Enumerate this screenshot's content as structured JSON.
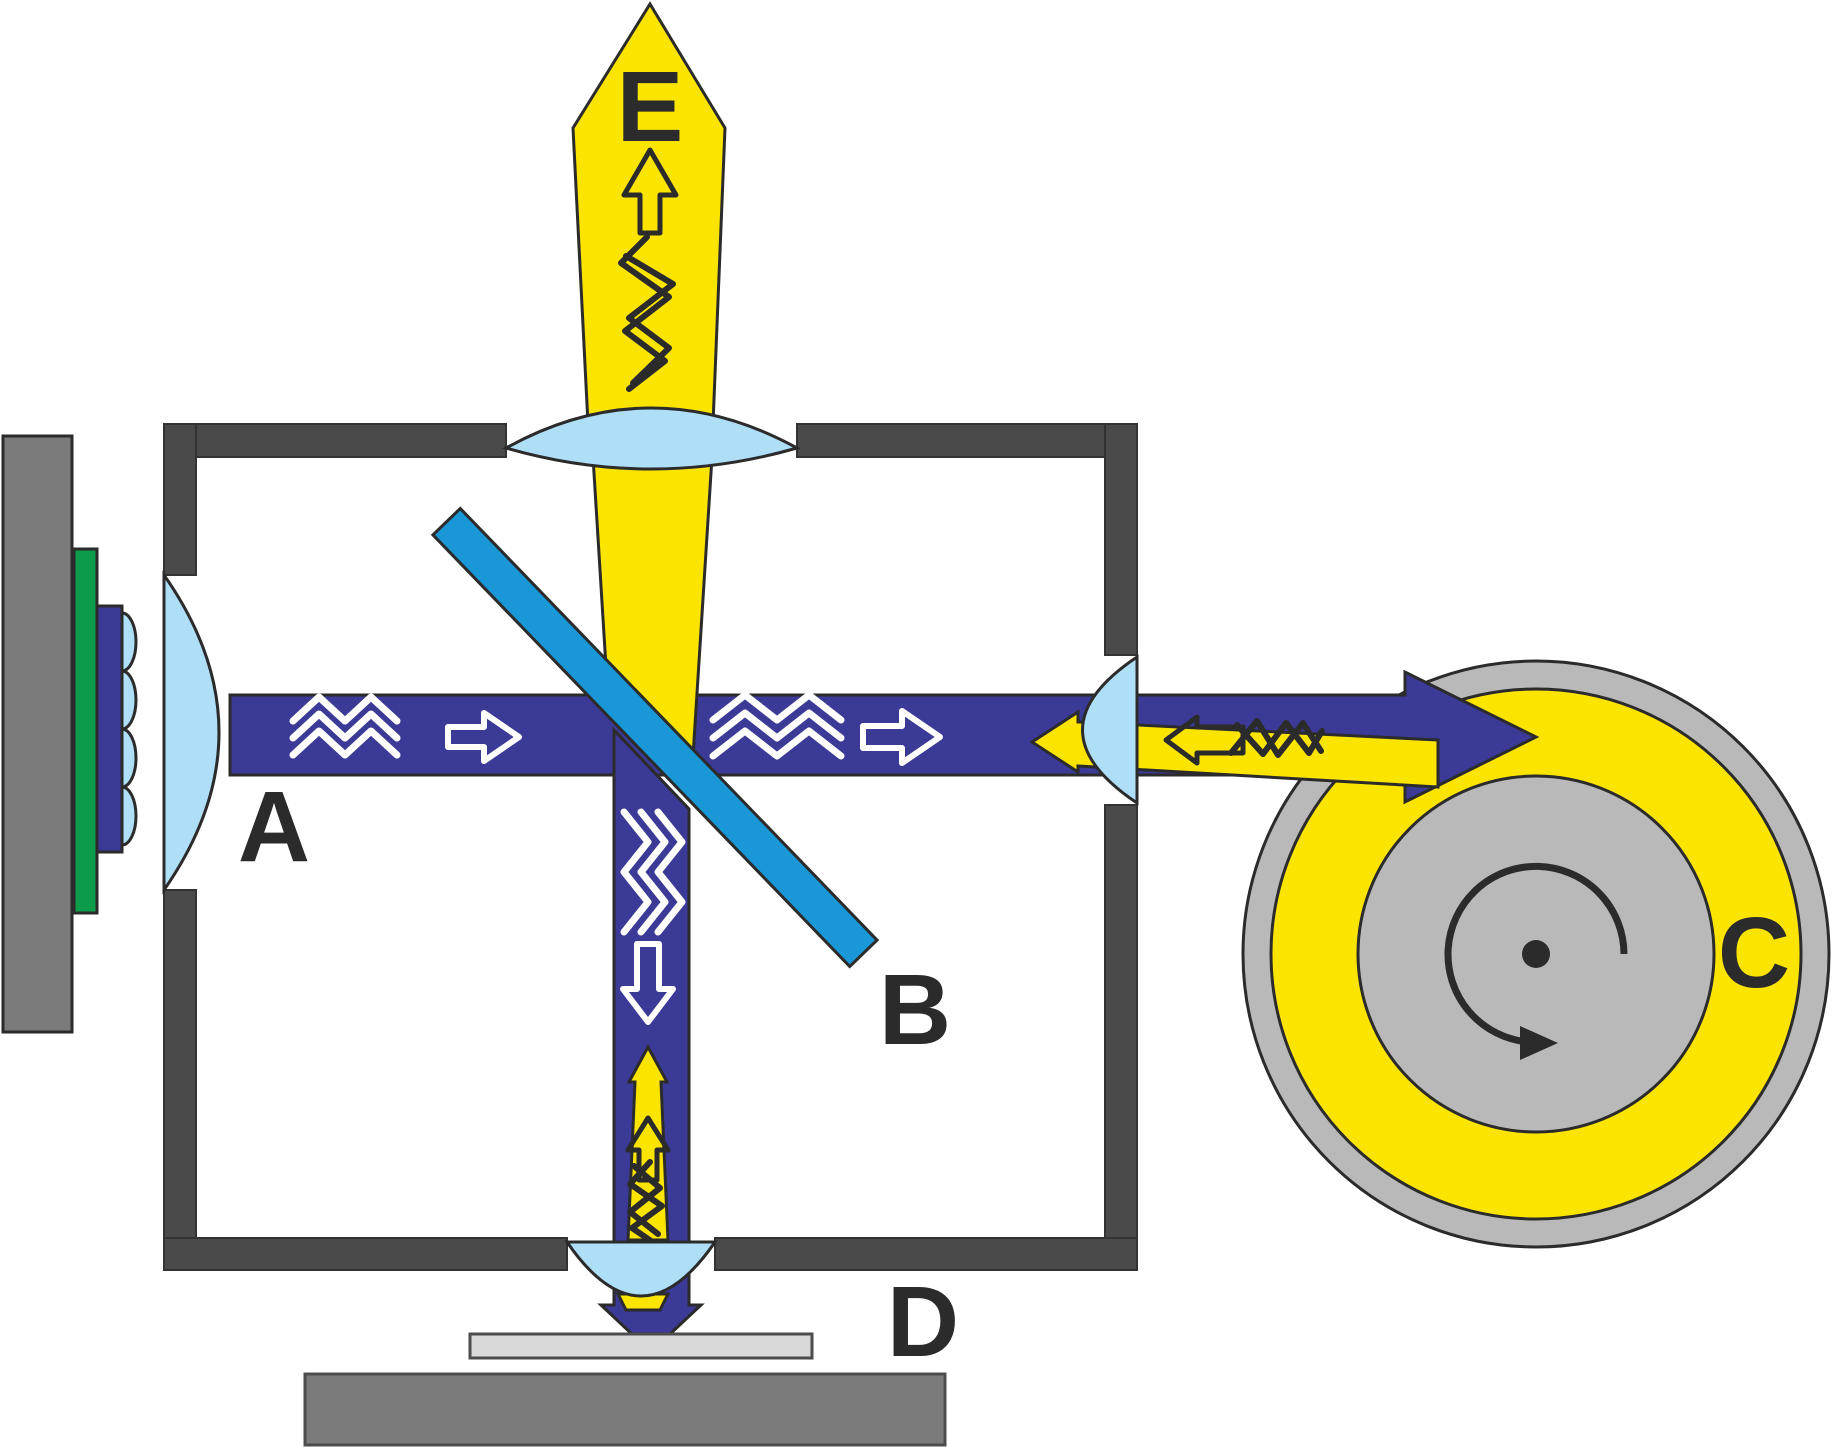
{
  "labels": {
    "a": "A",
    "b": "B",
    "c": "C",
    "d": "D",
    "e": "E"
  },
  "colors": {
    "beam_blue": "#3B3A97",
    "beam_yellow": "#FBE400",
    "splitter_blue": "#1A97D6",
    "lens_blue": "#AFDEF7",
    "frame_gray": "#4A4A4A",
    "mount_gray": "#7B7B7B",
    "submount_green": "#0C9B4A",
    "wheel_gray": "#B9B9B9",
    "plate_light": "#D9D9D9",
    "ink": "#2B2B2B",
    "wave_white": "#FFFFFF"
  }
}
